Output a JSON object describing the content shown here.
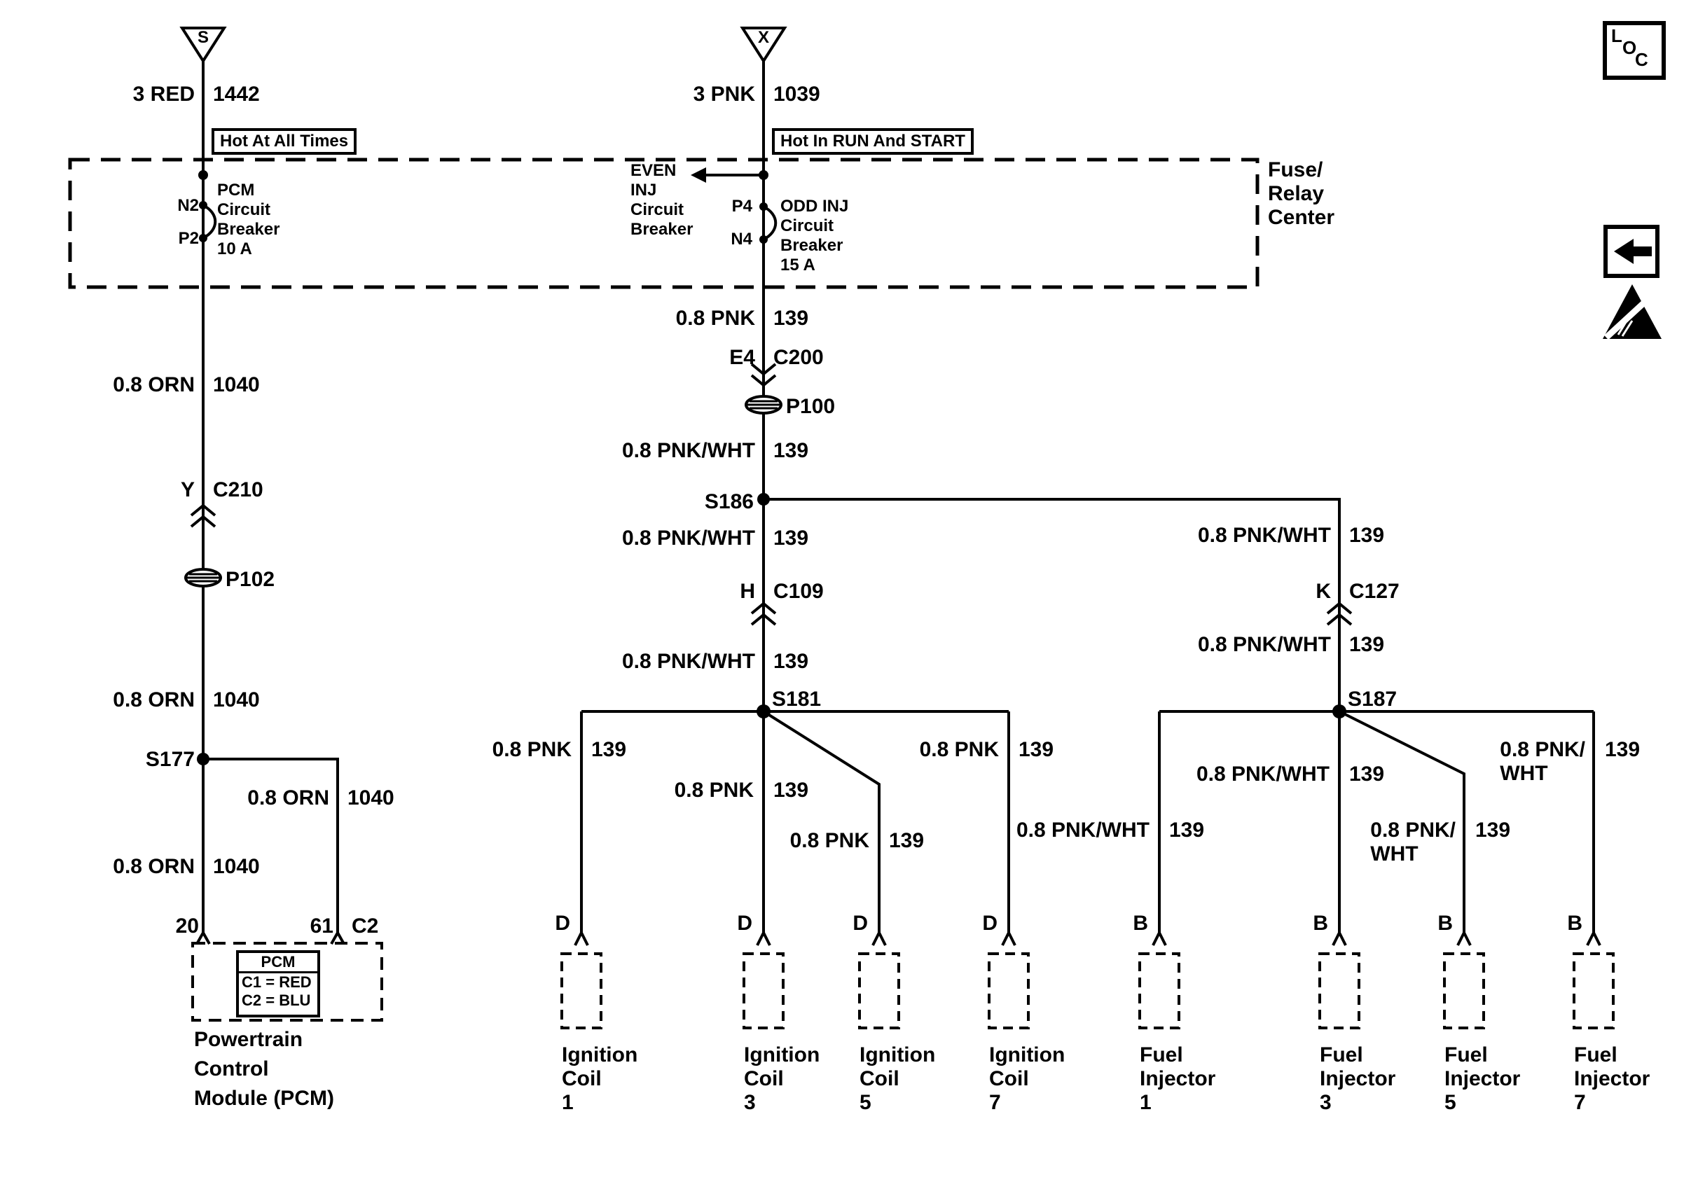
{
  "feeds": {
    "left": {
      "tag": "S",
      "wire": "3 RED",
      "circuit": "1442",
      "hot_note": "Hot At All Times"
    },
    "middle": {
      "tag": "X",
      "wire": "3 PNK",
      "circuit": "1039",
      "hot_note": "Hot In RUN And START"
    }
  },
  "fuse_center": {
    "name_l1": "Fuse/",
    "name_l2": "Relay",
    "name_l3": "Center",
    "pcm_breaker": {
      "pin_top": "N2",
      "pin_bottom": "P2",
      "l1": "PCM",
      "l2": "Circuit",
      "l3": "Breaker",
      "l4": "10 A"
    },
    "even_breaker": {
      "l1": "EVEN",
      "l2": "INJ",
      "l3": "Circuit",
      "l4": "Breaker"
    },
    "odd_breaker": {
      "pin_top": "P4",
      "pin_bottom": "N4",
      "l1": "ODD INJ",
      "l2": "Circuit",
      "l3": "Breaker",
      "l4": "15 A"
    }
  },
  "left_branch": {
    "w1": {
      "spec": "0.8 ORN",
      "circuit": "1040"
    },
    "c210": {
      "pin": "Y",
      "id": "C210"
    },
    "p102": "P102",
    "w2": {
      "spec": "0.8 ORN",
      "circuit": "1040"
    },
    "s177": "S177",
    "w_right": {
      "spec": "0.8 ORN",
      "circuit": "1040"
    },
    "w_left": {
      "spec": "0.8 ORN",
      "circuit": "1040"
    },
    "pin20": "20",
    "pin61": "61",
    "conn": "C2",
    "pcm_box": {
      "title": "PCM",
      "c1": "C1 = RED",
      "c2": "C2 = BLU"
    },
    "name_l1": "Powertrain",
    "name_l2": "Control",
    "name_l3": "Module (PCM)"
  },
  "middle_branch": {
    "w1": {
      "spec": "0.8 PNK",
      "circuit": "139"
    },
    "c200": {
      "pin": "E4",
      "id": "C200"
    },
    "p100": "P100",
    "w2": {
      "spec": "0.8 PNK/WHT",
      "circuit": "139"
    },
    "s186": "S186",
    "w3": {
      "spec": "0.8 PNK/WHT",
      "circuit": "139"
    },
    "c109": {
      "pin": "H",
      "id": "C109"
    },
    "w4": {
      "spec": "0.8 PNK/WHT",
      "circuit": "139"
    },
    "s181": "S181"
  },
  "right_branch": {
    "w1": {
      "spec": "0.8 PNK/WHT",
      "circuit": "139"
    },
    "c127": {
      "pin": "K",
      "id": "C127"
    },
    "w2": {
      "spec": "0.8 PNK/WHT",
      "circuit": "139"
    },
    "s187": "S187"
  },
  "coil_labels": [
    {
      "spec": "0.8 PNK",
      "circuit": "139"
    },
    {
      "spec": "0.8 PNK",
      "circuit": "139"
    },
    {
      "spec": "0.8 PNK",
      "circuit": "139"
    },
    {
      "spec": "0.8 PNK",
      "circuit": "139"
    }
  ],
  "inj_labels": [
    {
      "spec": "0.8 PNK/WHT",
      "circuit": "139"
    },
    {
      "spec": "0.8 PNK/WHT",
      "circuit": "139"
    },
    {
      "spec": "0.8 PNK/",
      "spec2": "WHT",
      "circuit": "139"
    },
    {
      "spec": "0.8 PNK/",
      "spec2": "WHT",
      "circuit": "139"
    }
  ],
  "components": [
    {
      "pin": "D",
      "l1": "Ignition",
      "l2": "Coil",
      "l3": "1"
    },
    {
      "pin": "D",
      "l1": "Ignition",
      "l2": "Coil",
      "l3": "3"
    },
    {
      "pin": "D",
      "l1": "Ignition",
      "l2": "Coil",
      "l3": "5"
    },
    {
      "pin": "D",
      "l1": "Ignition",
      "l2": "Coil",
      "l3": "7"
    },
    {
      "pin": "B",
      "l1": "Fuel",
      "l2": "Injector",
      "l3": "1"
    },
    {
      "pin": "B",
      "l1": "Fuel",
      "l2": "Injector",
      "l3": "3"
    },
    {
      "pin": "B",
      "l1": "Fuel",
      "l2": "Injector",
      "l3": "5"
    },
    {
      "pin": "B",
      "l1": "Fuel",
      "l2": "Injector",
      "l3": "7"
    }
  ],
  "icons": {
    "loc_l": "L",
    "loc_o": "O",
    "loc_c": "C"
  },
  "colors": {
    "ink": "#000000",
    "paper": "#ffffff"
  }
}
